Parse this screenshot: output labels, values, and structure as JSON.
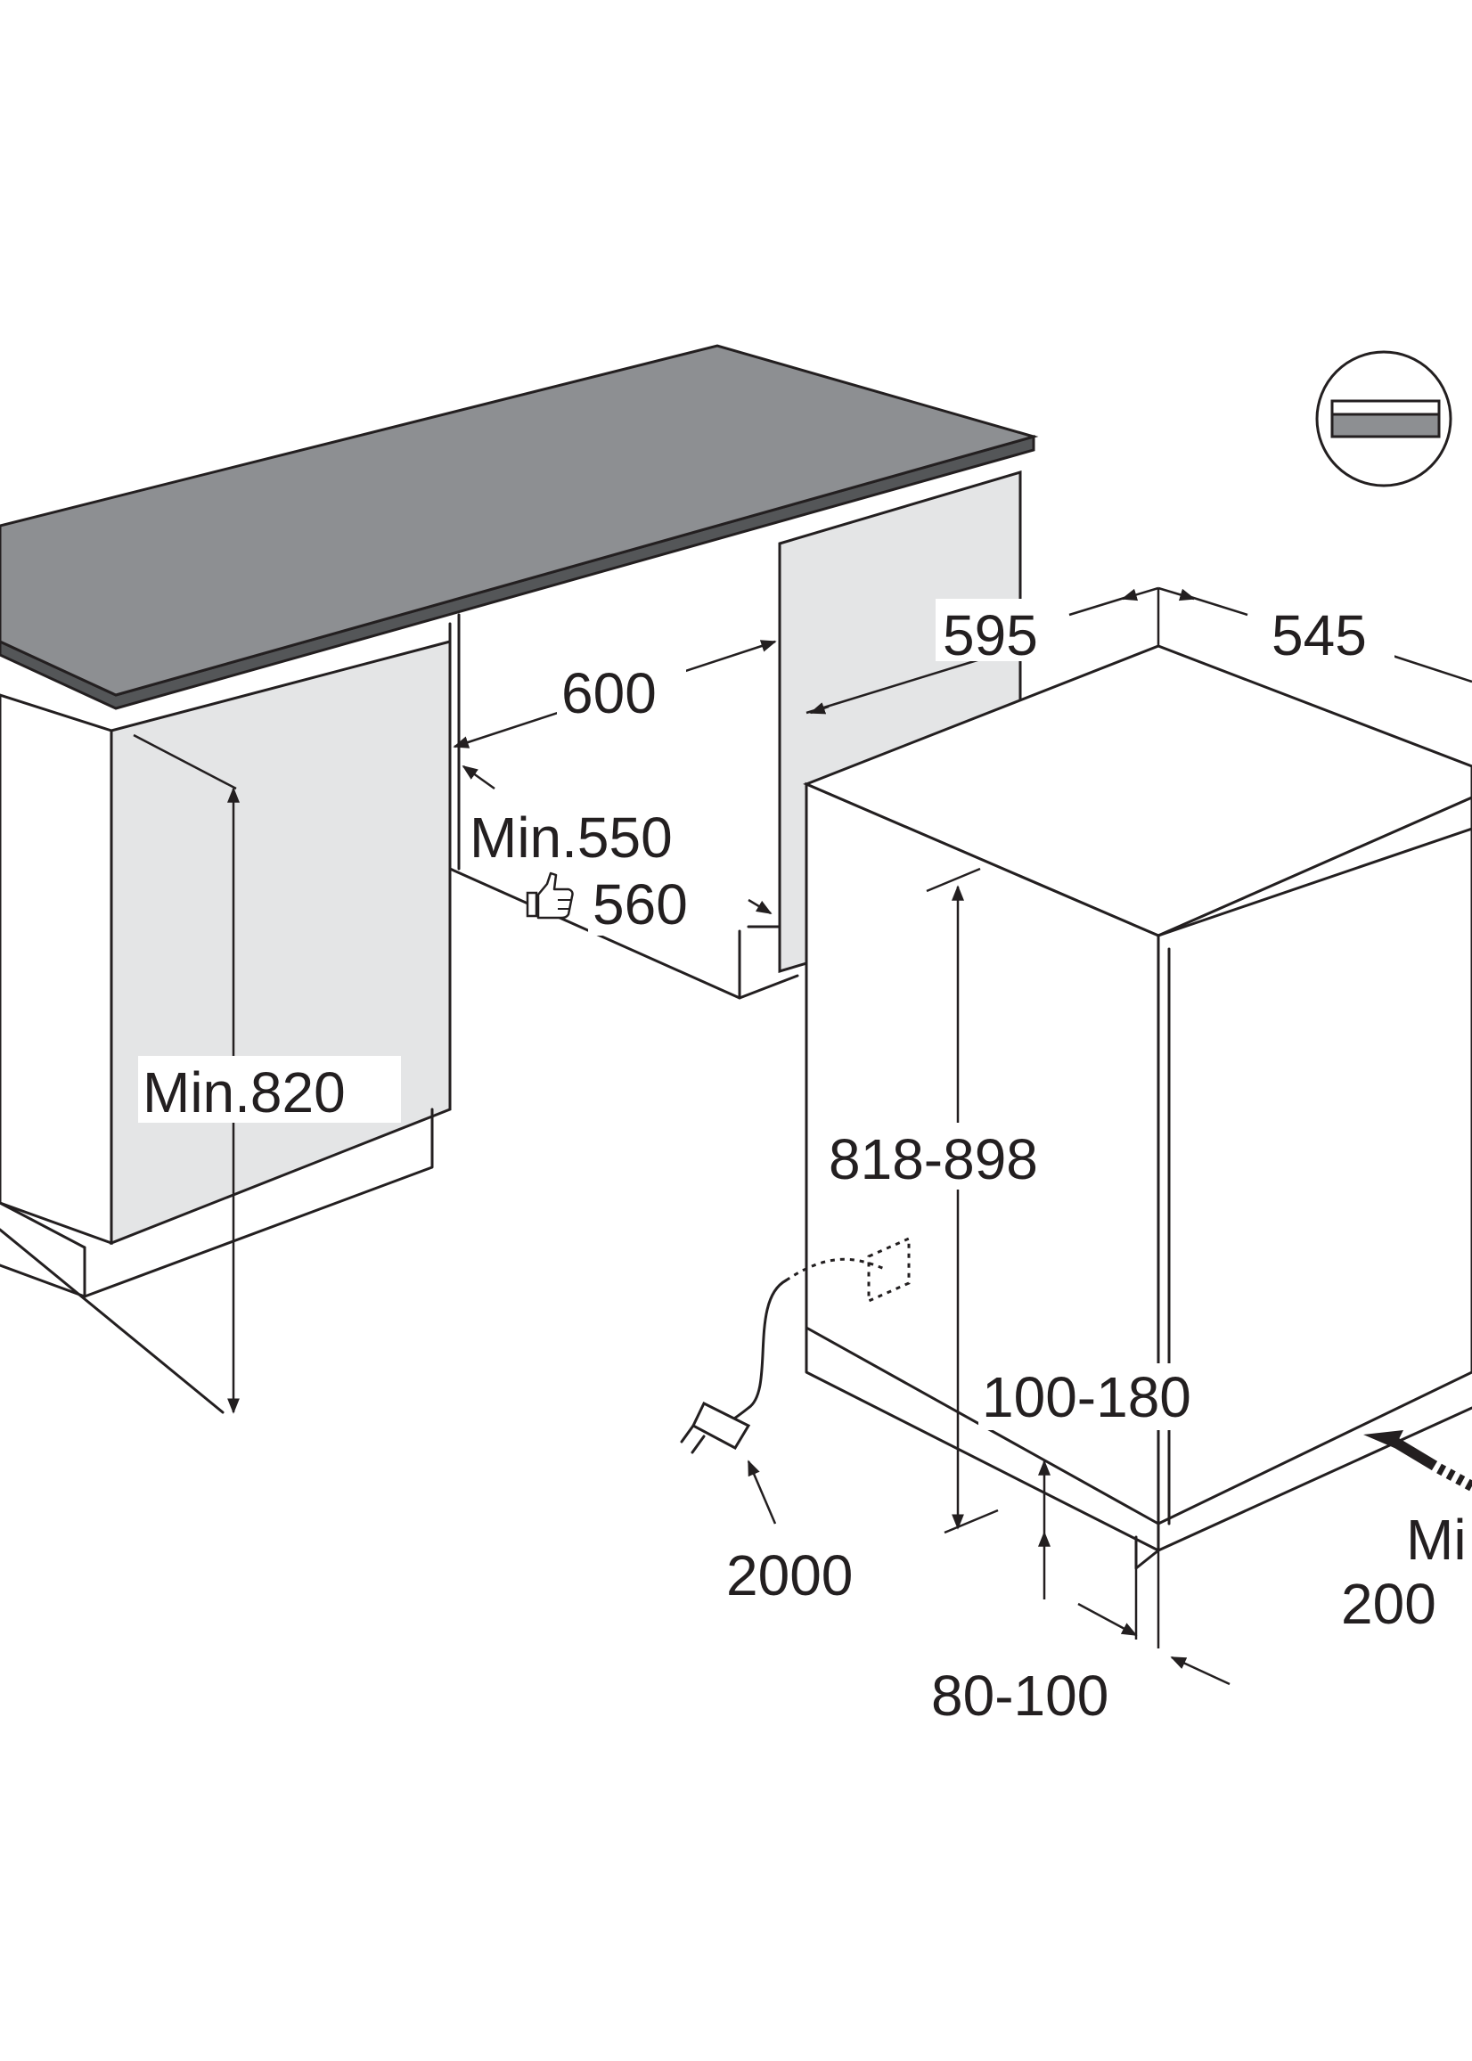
{
  "diagram": {
    "dimensions": {
      "niche_width": "600",
      "niche_depth_min": "Min.550",
      "niche_depth_recommended": "560",
      "cabinet_height_min": "Min.820",
      "appliance_width": "595",
      "appliance_depth": "545",
      "appliance_height": "818-898",
      "plinth_height": "100-180",
      "plinth_depth": "80-100",
      "power_cord_length": "2000",
      "side_clearance_label": "Mi",
      "side_clearance_value": "200"
    },
    "icons": {
      "recommended": "thumbs-up-icon",
      "worktop_detail": "worktop-detail-icon",
      "power_plug": "power-plug-icon"
    },
    "colors": {
      "line": "#231f20",
      "worktop_top": "#8d8f92",
      "worktop_front": "#545658",
      "cabinet_side": "#e4e5e6",
      "background": "#ffffff"
    }
  }
}
